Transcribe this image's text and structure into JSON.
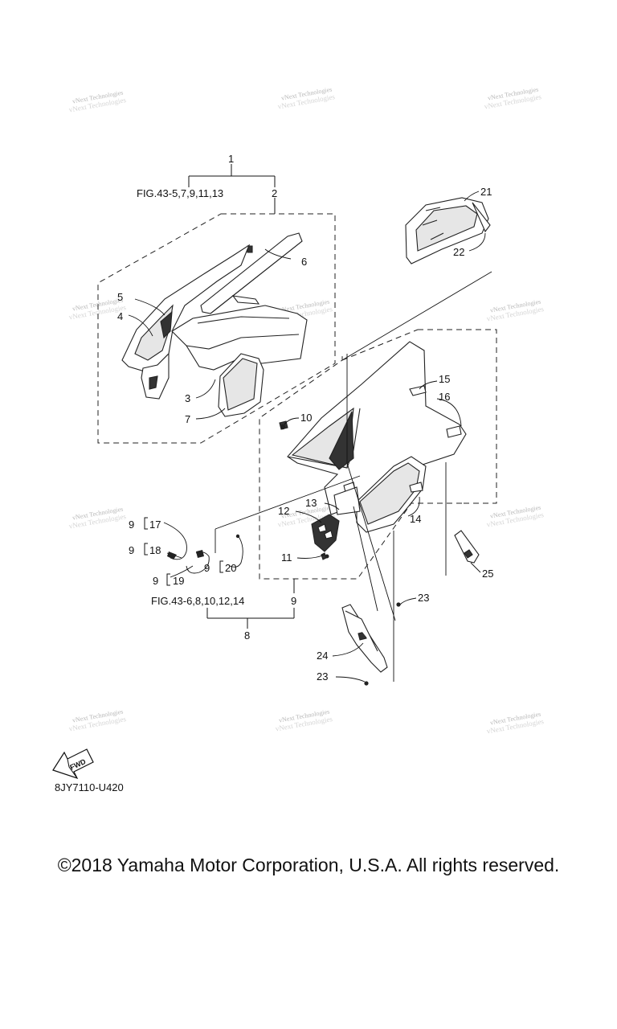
{
  "watermark": {
    "text": "vNext Technologies"
  },
  "callouts": {
    "c1": "1",
    "c2": "2",
    "c3": "3",
    "c4": "4",
    "c5": "5",
    "c6": "6",
    "c7": "7",
    "c8": "8",
    "c9a": "9",
    "c9b": "9",
    "c9c": "9",
    "c9d": "9",
    "c9e": "9",
    "c10": "10",
    "c11": "11",
    "c12": "12",
    "c13": "13",
    "c14": "14",
    "c15": "15",
    "c16": "16",
    "c17": "17",
    "c18": "18",
    "c19": "19",
    "c20": "20",
    "c21": "21",
    "c22": "22",
    "c23a": "23",
    "c23b": "23",
    "c24": "24",
    "c25": "25"
  },
  "fig_refs": {
    "upper": "FIG.43-5,7,9,11,13",
    "lower": "FIG.43-6,8,10,12,14"
  },
  "fwd_label": "FWD",
  "drawing_code": "8JY7110-U420",
  "copyright": "©2018 Yamaha Motor Corporation, U.S.A. All rights reserved."
}
